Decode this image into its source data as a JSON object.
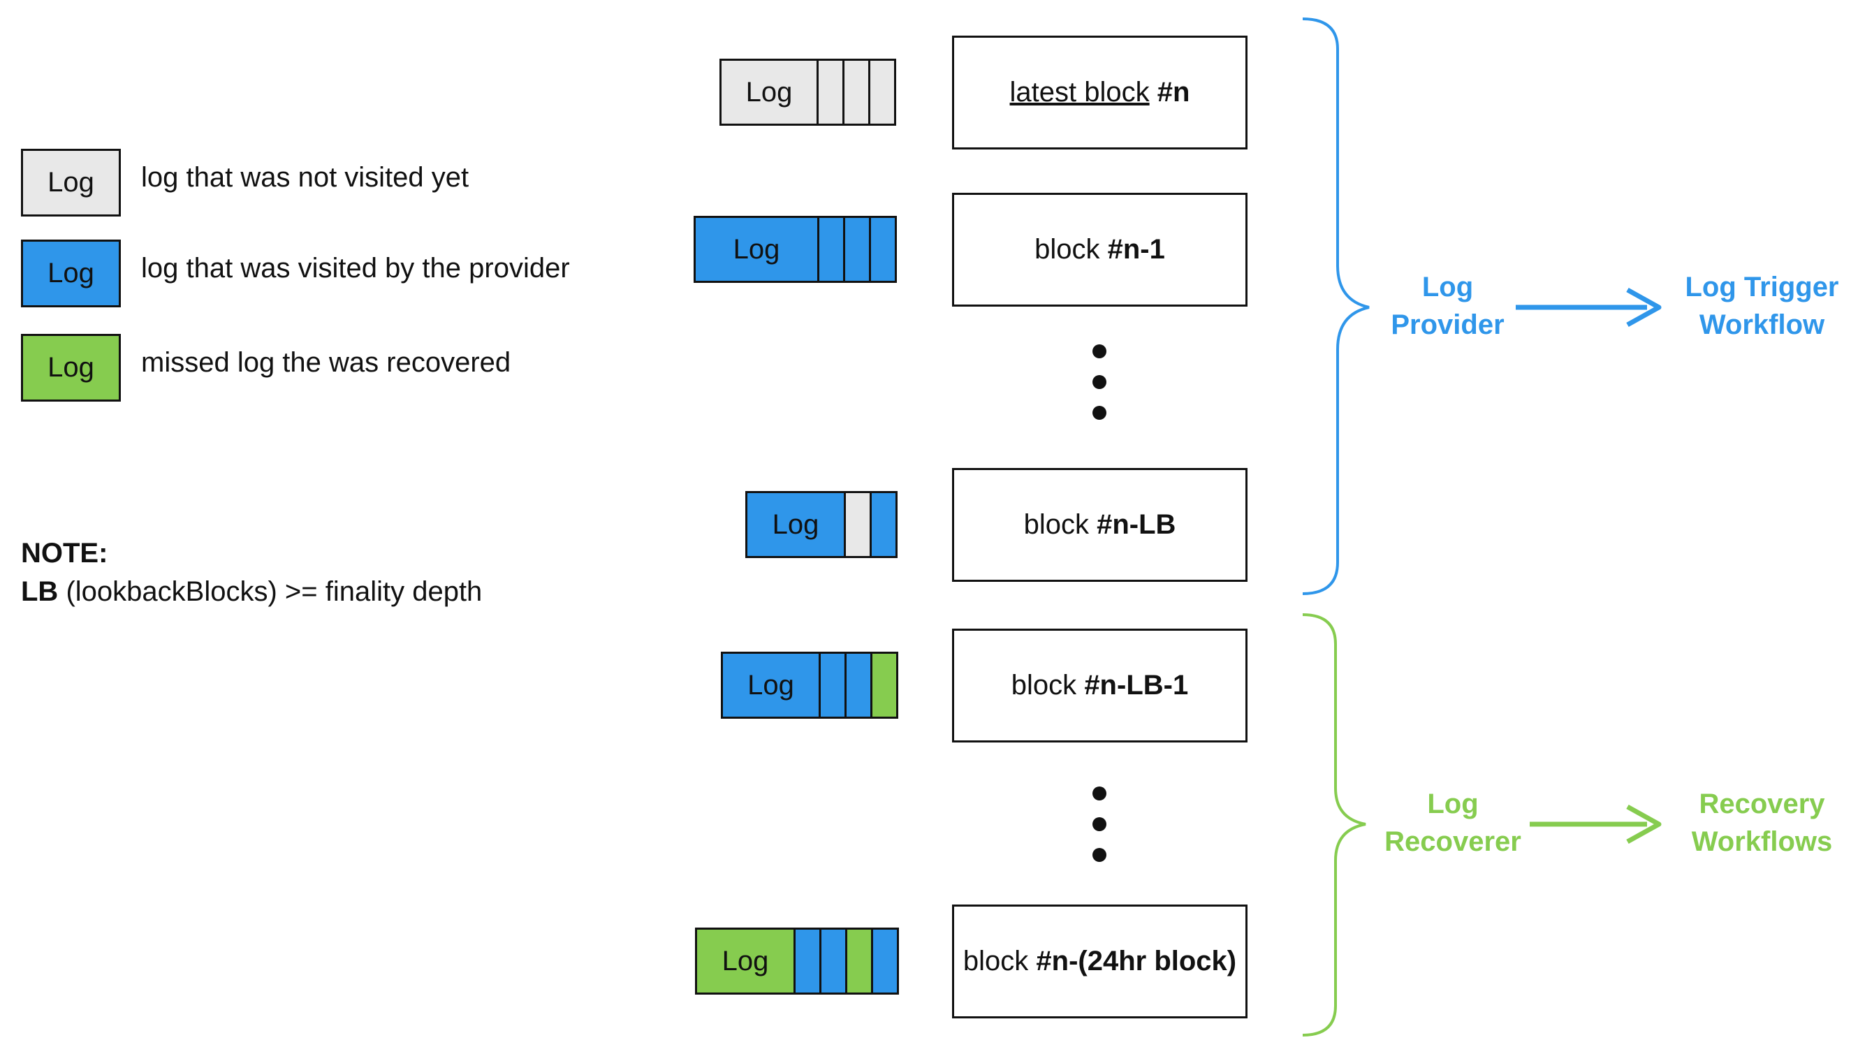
{
  "legend": [
    {
      "box_label": "Log",
      "color": "#e8e8e8",
      "text": "log that was not visited yet"
    },
    {
      "box_label": "Log",
      "color": "#2f96ea",
      "text": "log that was visited by the provider"
    },
    {
      "box_label": "Log",
      "color": "#86cc4f",
      "text": "missed log the was recovered"
    }
  ],
  "note": {
    "title": "NOTE:",
    "lb": "LB",
    "text": " (lookbackBlocks) >= finality depth"
  },
  "log_label": "Log",
  "blocks": [
    {
      "prefix": "latest block",
      "id": "#n"
    },
    {
      "prefix": "block ",
      "id": "#n-1"
    },
    {
      "prefix": "block ",
      "id": "#n-LB"
    },
    {
      "prefix": "block ",
      "id": "#n-LB-1"
    },
    {
      "prefix": "block ",
      "id": "#n-(24hr block)"
    }
  ],
  "provider": {
    "line1": "Log",
    "line2": "Provider",
    "color": "#2f96ea"
  },
  "trigger": {
    "line1": "Log Trigger",
    "line2": "Workflow",
    "color": "#2f96ea"
  },
  "recoverer": {
    "line1": "Log",
    "line2": "Recoverer",
    "color": "#86cc4f"
  },
  "recovery": {
    "line1": "Recovery",
    "line2": "Workflows",
    "color": "#86cc4f"
  },
  "log_rows": [
    {
      "main": "gray",
      "segs": [
        "gray",
        "gray",
        "gray"
      ]
    },
    {
      "main": "blue",
      "segs": [
        "blue",
        "blue",
        "blue"
      ]
    },
    {
      "main": "blue",
      "segs": [
        "gray",
        "blue"
      ]
    },
    {
      "main": "blue",
      "segs": [
        "blue",
        "blue",
        "green"
      ]
    },
    {
      "main": "green",
      "segs": [
        "blue",
        "blue",
        "green",
        "blue"
      ]
    }
  ]
}
